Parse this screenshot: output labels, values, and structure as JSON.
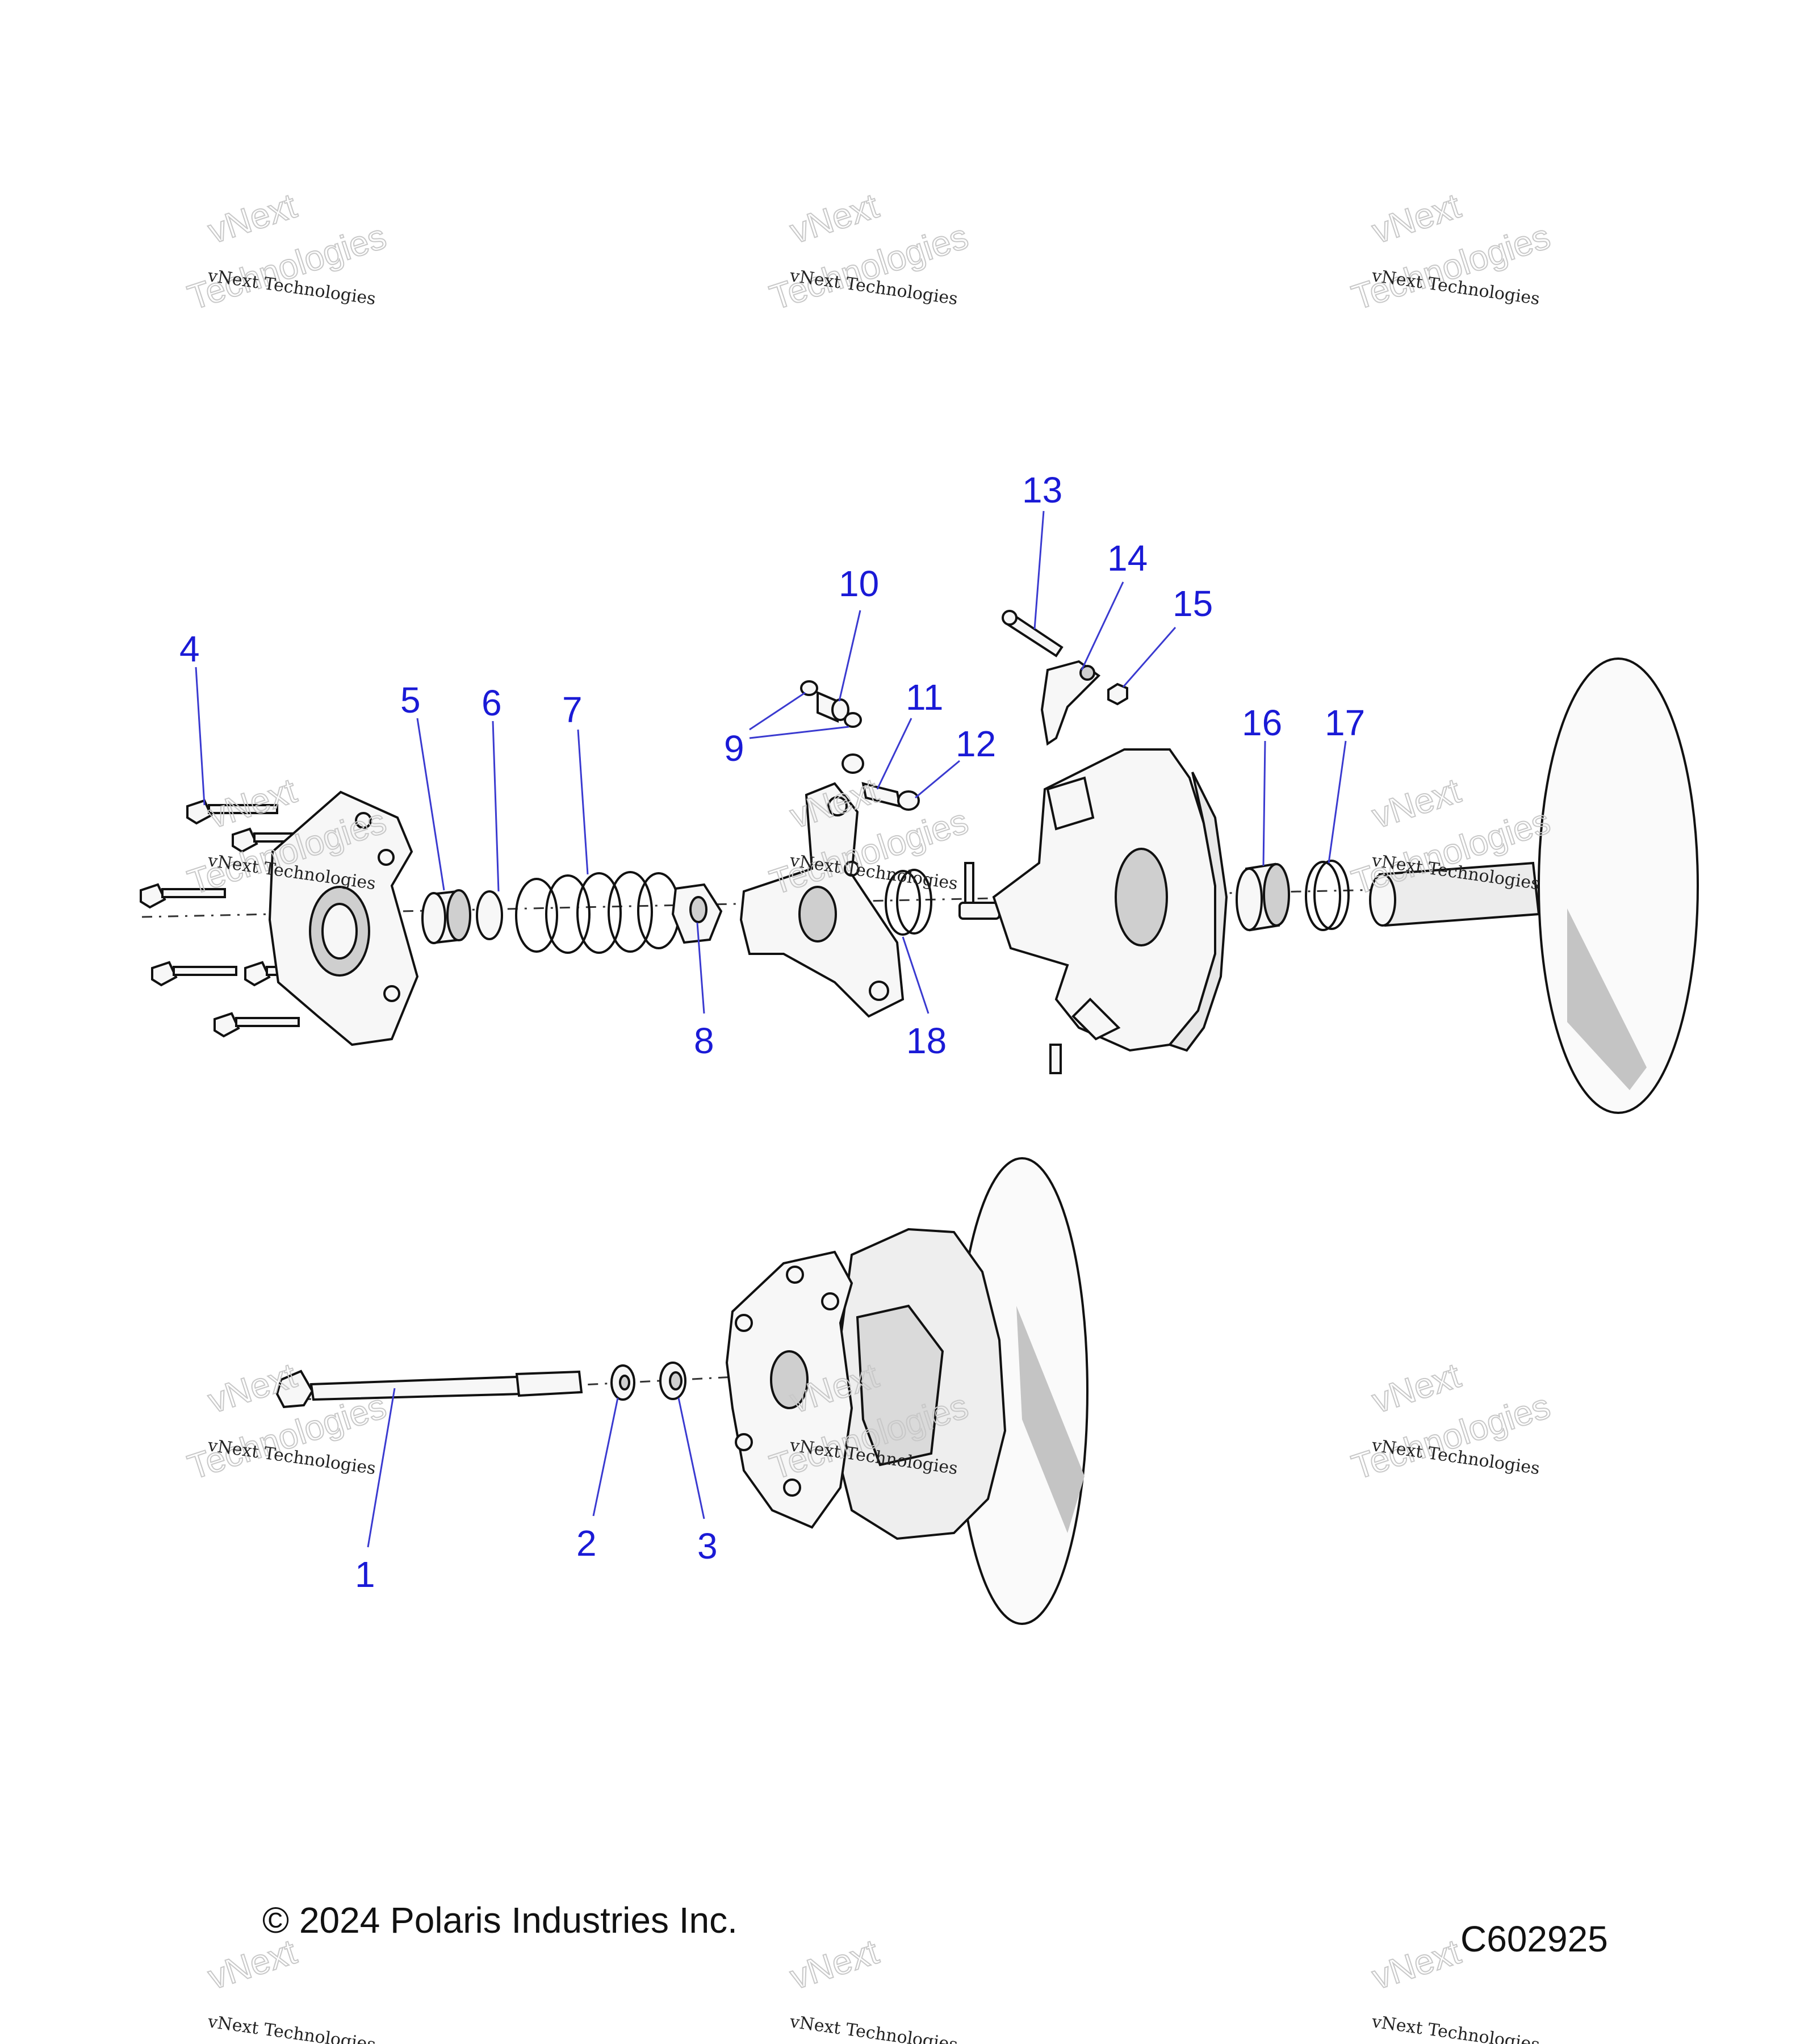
{
  "callouts": {
    "c1": "1",
    "c2": "2",
    "c3": "3",
    "c4": "4",
    "c5": "5",
    "c6": "6",
    "c7": "7",
    "c8": "8",
    "c9": "9",
    "c10": "10",
    "c11": "11",
    "c12": "12",
    "c13": "13",
    "c14": "14",
    "c15": "15",
    "c16": "16",
    "c17": "17",
    "c18": "18"
  },
  "watermark": {
    "line1": "vNext Technologies",
    "big_top": "vNext",
    "big_bottom": "Technologies"
  },
  "footer": {
    "copyright": "© 2024 Polaris Industries Inc.",
    "figure_code": "C602925"
  },
  "colors": {
    "callout": "#1a1ad6",
    "leader": "#3a3ad0"
  }
}
